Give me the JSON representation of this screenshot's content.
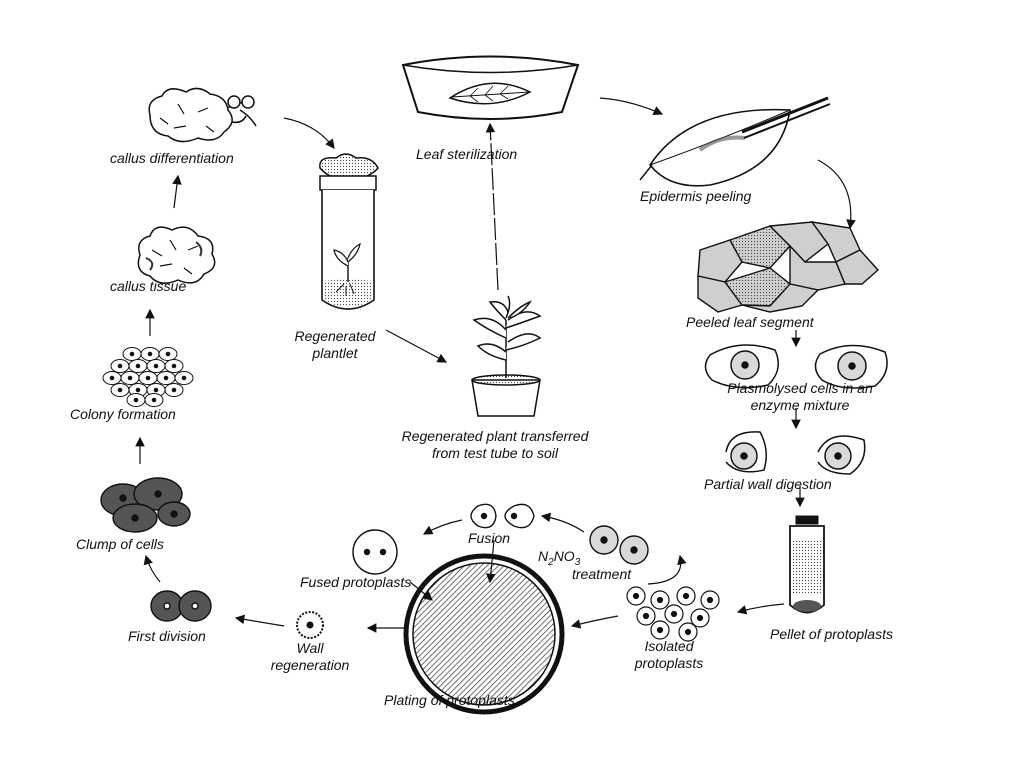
{
  "labels": {
    "leaf_sterilization": "Leaf sterilization",
    "epidermis_peeling": "Epidermis peeling",
    "peeled_leaf_segment": "Peeled leaf segment",
    "plasmolysed_line1": "Plasmolysed cells in an",
    "plasmolysed_line2": "enzyme mixture",
    "partial_wall_digestion": "Partial wall digestion",
    "pellet_of_protoplasts": "Pellet of protoplasts",
    "isolated_line1": "Isolated",
    "isolated_line2": "protoplasts",
    "nano3_n": "N",
    "nano3_sub2": "2",
    "nano3_no": "NO",
    "nano3_sub3": "3",
    "treatment": "treatment",
    "fusion": "Fusion",
    "fused_protoplasts": "Fused protoplasts",
    "plating_of_protoplasts": "Plating of protoplasts",
    "wall_line1": "Wall",
    "wall_line2": "regeneration",
    "first_division": "First division",
    "clump_of_cells": "Clump of cells",
    "colony_formation": "Colony formation",
    "callus_tissue": "callus tissue",
    "callus_differentiation": "callus differentiation",
    "regenerated_line1": "Regenerated",
    "regenerated_line2": "plantlet",
    "transferred_line1": "Regenerated plant transferred",
    "transferred_line2": "from test tube to soil"
  },
  "colors": {
    "ink": "#111111",
    "cell_fill": "#d9d9d9",
    "dark_cell": "#555555",
    "background": "#ffffff"
  }
}
